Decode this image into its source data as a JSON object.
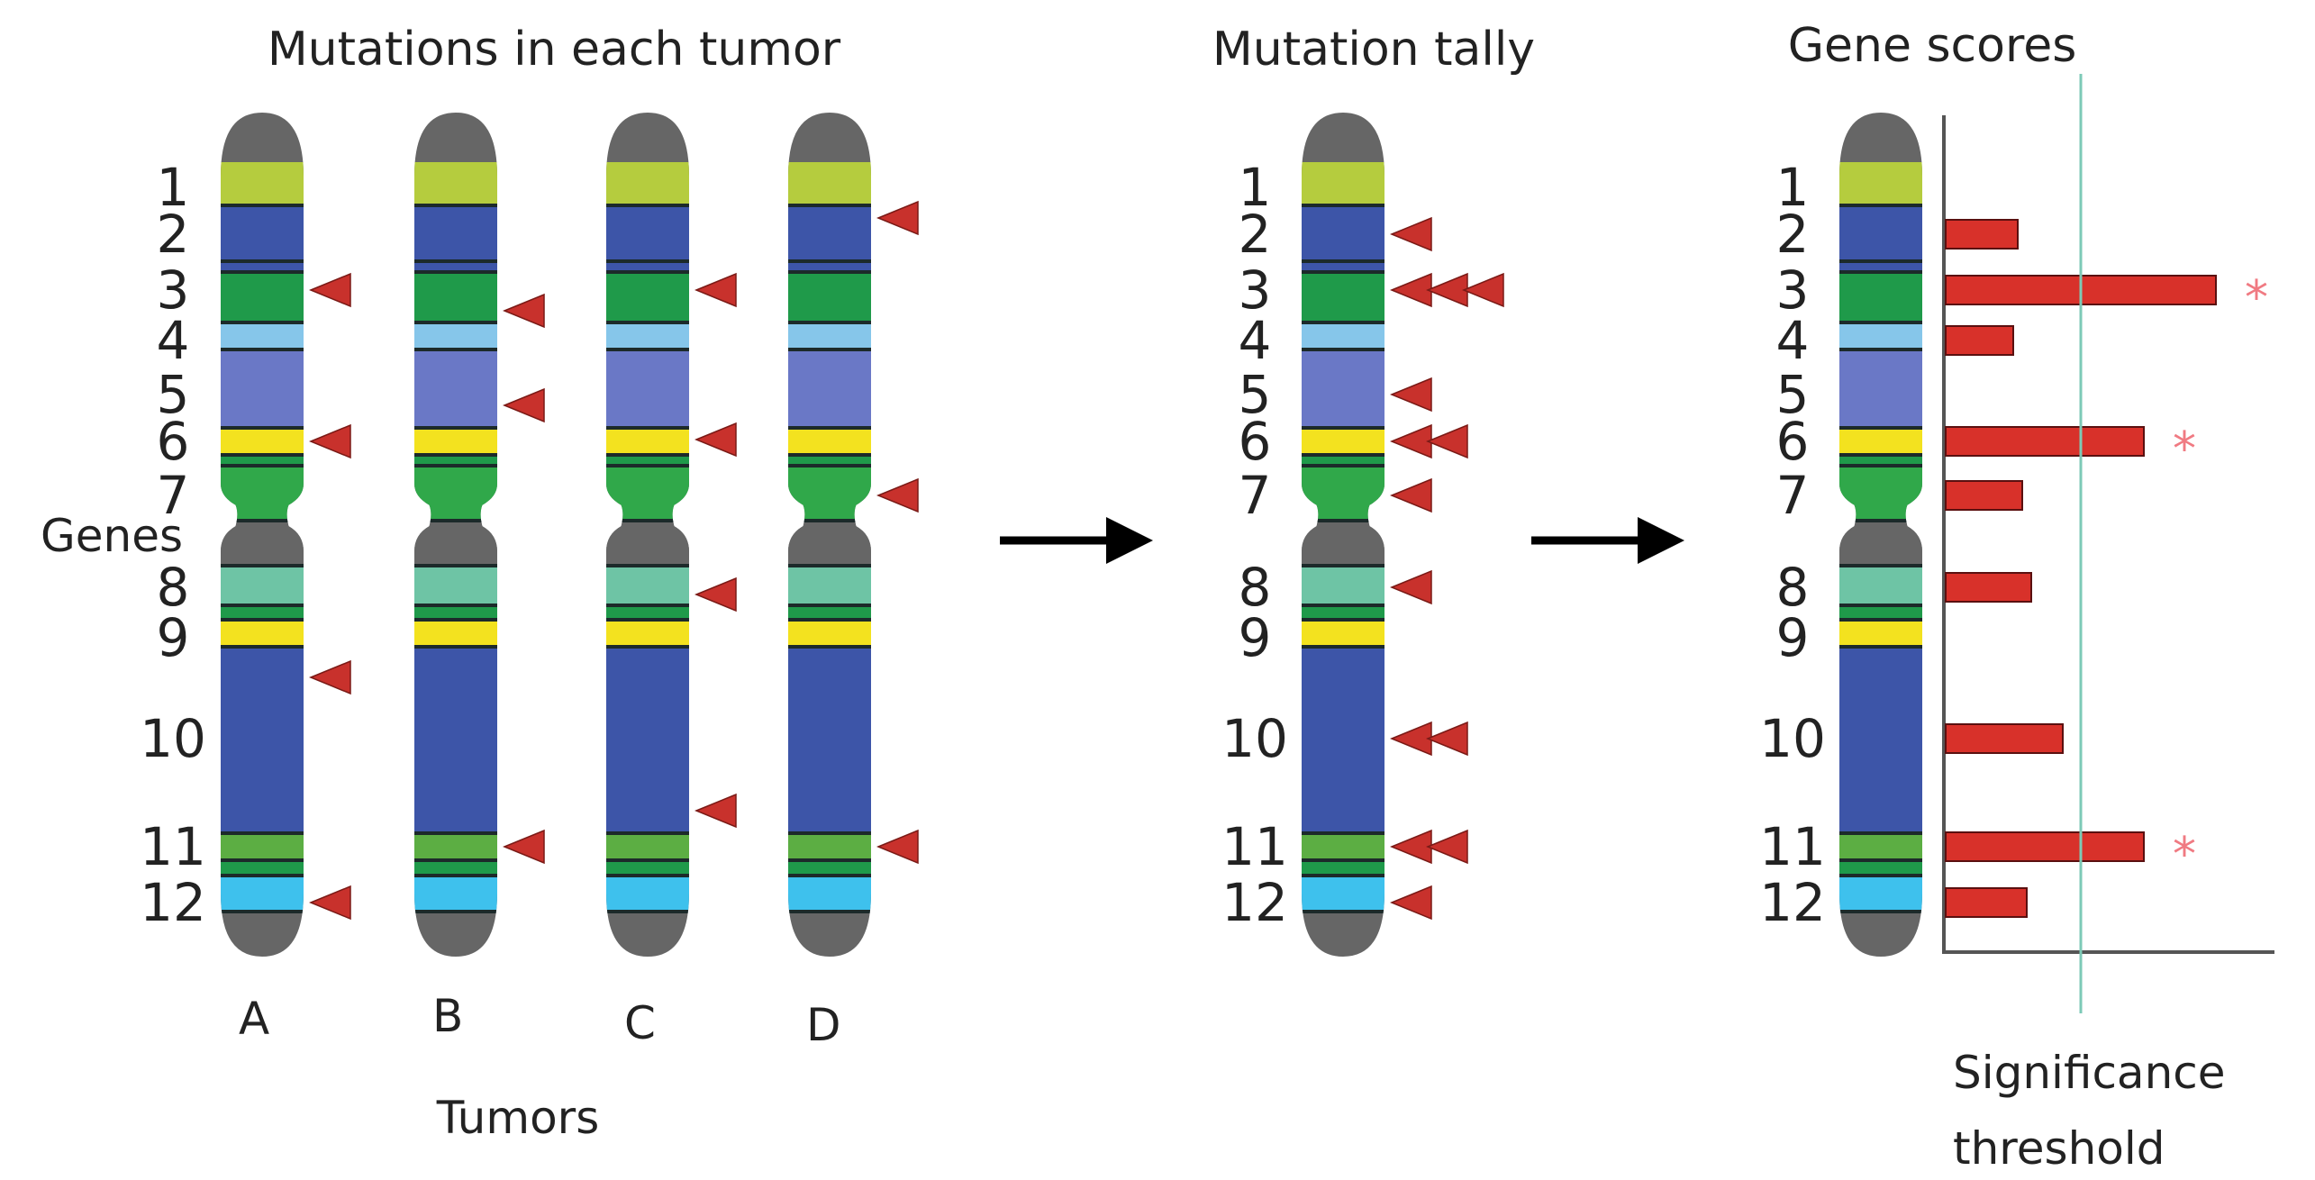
{
  "titles": {
    "mutations": "Mutations in each tumor",
    "tally": "Mutation tally",
    "scores": "Gene scores"
  },
  "labels": {
    "genes": "Genes",
    "tumors": "Tumors",
    "significance_line1": "Significance",
    "significance_line2": "threshold"
  },
  "gene_numbers": [
    "1",
    "2",
    "3",
    "4",
    "5",
    "6",
    "7",
    "8",
    "9",
    "10",
    "11",
    "12"
  ],
  "tumors": [
    {
      "label": "A",
      "mutated_genes": [
        3,
        6,
        10,
        12
      ]
    },
    {
      "label": "B",
      "mutated_genes": [
        3,
        5,
        11
      ]
    },
    {
      "label": "C",
      "mutated_genes": [
        3,
        6,
        8,
        10
      ]
    },
    {
      "label": "D",
      "mutated_genes": [
        2,
        7,
        11
      ]
    }
  ],
  "tally_counts": [
    0,
    1,
    3,
    0,
    1,
    2,
    1,
    1,
    0,
    2,
    2,
    1
  ],
  "chart_data": {
    "type": "bar",
    "orientation": "horizontal",
    "title": "Gene scores",
    "categories": [
      "1",
      "2",
      "3",
      "4",
      "5",
      "6",
      "7",
      "8",
      "9",
      "10",
      "11",
      "12"
    ],
    "values": [
      0,
      0.8,
      3.0,
      0.75,
      0,
      2.2,
      0.85,
      0.95,
      0,
      1.3,
      2.2,
      0.9
    ],
    "threshold": 1.5,
    "threshold_label": "Significance threshold",
    "significant_genes": [
      "3",
      "6",
      "11"
    ],
    "significance_marker": "*",
    "xlim": [
      0,
      3.7
    ]
  },
  "colors": {
    "chromosome_cap": "#666666",
    "band_lime": "#b5cc3e",
    "band_blue": "#3d55a8",
    "band_green": "#1f9a4a",
    "band_lightblue": "#86c6ea",
    "band_periwinkle": "#6a78c6",
    "band_yellow": "#f3e21f",
    "band_green2": "#30a84a",
    "band_teal": "#6ec4a5",
    "band_cyan": "#3ec1ed",
    "band_green3": "#5cae43",
    "mutation_marker": "#c8312c",
    "bar_fill": "#d8312a",
    "threshold_line": "#7dcab7",
    "asterisk": "#f07a82"
  }
}
